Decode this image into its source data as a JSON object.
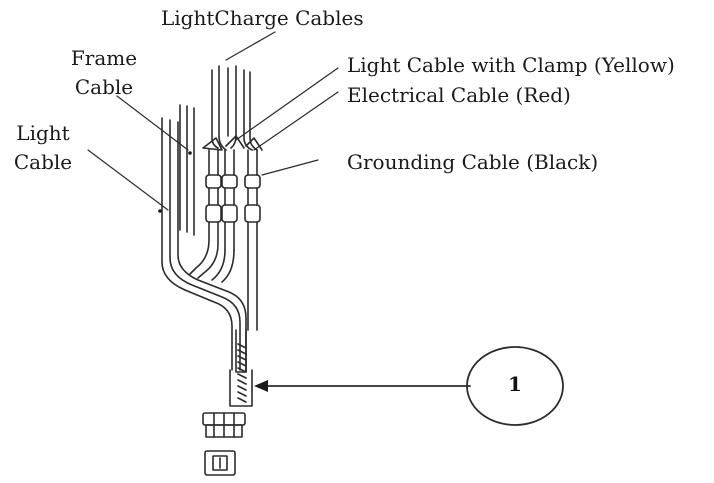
{
  "labels": {
    "lightcharge_cables": "LightCharge Cables",
    "frame_cable_line1": "Frame",
    "frame_cable_line2": "Cable",
    "light_cable_line1": "Light",
    "light_cable_line2": "Cable",
    "light_cable_clamp": "Light Cable with Clamp (Yellow)",
    "electrical_cable": "Electrical Cable (Red)",
    "grounding_cable": "Grounding Cable (Black)"
  },
  "callout": {
    "number": "1"
  }
}
